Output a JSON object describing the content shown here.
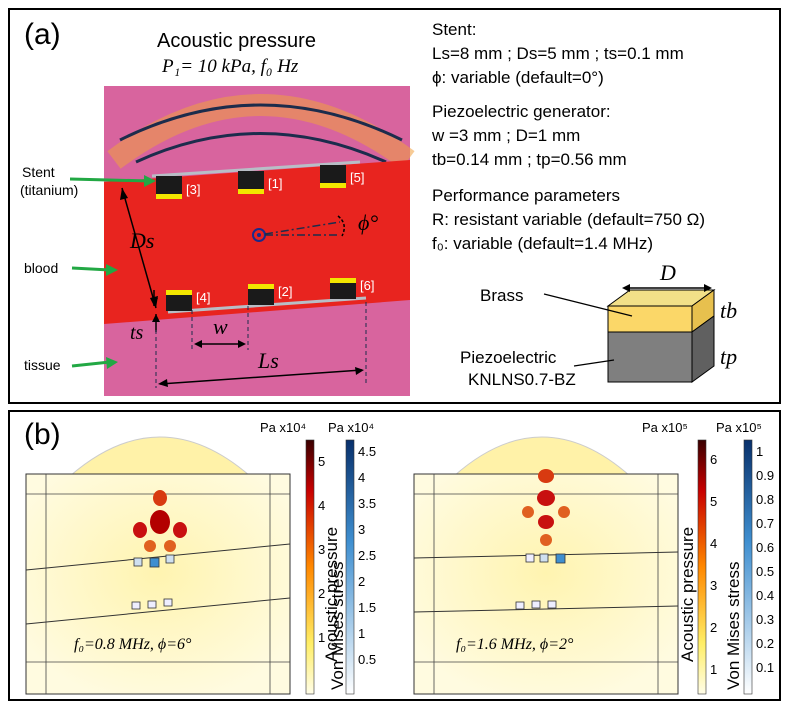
{
  "panel_a": {
    "label": "(a)",
    "title_line1": "Acoustic pressure",
    "title_line2": "P₁= 10 kPa, f₀  Hz",
    "callouts": {
      "stent": "Stent",
      "stent_material": "(titanium)",
      "blood": "blood",
      "tissue": "tissue"
    },
    "dims": {
      "Ds": "Ds",
      "ts": "ts",
      "w": "w",
      "Ls": "Ls",
      "phi": "ϕ°"
    },
    "elements": [
      "[3]",
      "[1]",
      "[5]",
      "[4]",
      "[2]",
      "[6]"
    ],
    "stent_section": {
      "title": "Stent:",
      "line1": "Ls=8 mm ; Ds=5 mm ; ts=0.1 mm",
      "line2": "ϕ: variable (default=0°)"
    },
    "piezo_section": {
      "title": "Piezoelectric generator:",
      "line1": "w =3 mm ; D=1 mm",
      "line2": "tb=0.14 mm ; tp=0.56 mm"
    },
    "perf_section": {
      "title": "Performance parameters",
      "line1": "R: resistant variable (default=750 Ω)",
      "line2": "f₀: variable (default=1.4 MHz)"
    },
    "block": {
      "brass": "Brass",
      "piezo_line1": "Piezoelectric",
      "piezo_line2": "KNLNS0.7-BZ",
      "D": "D",
      "tb": "tb",
      "tp": "tp"
    }
  },
  "panel_b": {
    "label": "(b)",
    "left": {
      "caption": "f₀=0.8 MHz, ϕ=6°",
      "pressure_unit": "Pa x10⁴",
      "stress_unit": "Pa x10⁴",
      "pressure_ticks": [
        "5",
        "4",
        "3",
        "2",
        "1"
      ],
      "stress_ticks": [
        "4.5",
        "4",
        "3.5",
        "3",
        "2.5",
        "2",
        "1.5",
        "1",
        "0.5"
      ],
      "pressure_title": "Acoustic pressure",
      "stress_title": "Von Mises stress"
    },
    "right": {
      "caption": "f₀=1.6 MHz, ϕ=2°",
      "pressure_unit": "Pa x10⁵",
      "stress_unit": "Pa x10⁵",
      "pressure_ticks": [
        "6",
        "5",
        "4",
        "3",
        "2",
        "1"
      ],
      "stress_ticks": [
        "1",
        "0.9",
        "0.8",
        "0.7",
        "0.6",
        "0.5",
        "0.4",
        "0.3",
        "0.2",
        "0.1"
      ],
      "pressure_title": "Acoustic pressure",
      "stress_title": "Von Mises stress"
    }
  },
  "colors": {
    "tissue": "#d8649e",
    "blood": "#e8241f",
    "stent": "#9aa0a8",
    "piezo_dark": "#1a1a1a",
    "brass_yellow": "#f2e600",
    "arc": "#1c2c4c",
    "glow": "#f0a040",
    "callout_arrow": "#22a844",
    "pressure_max": "#5a0000",
    "pressure_min": "#fffbe0",
    "stress_max": "#08306b",
    "stress_min": "#ffffff"
  }
}
